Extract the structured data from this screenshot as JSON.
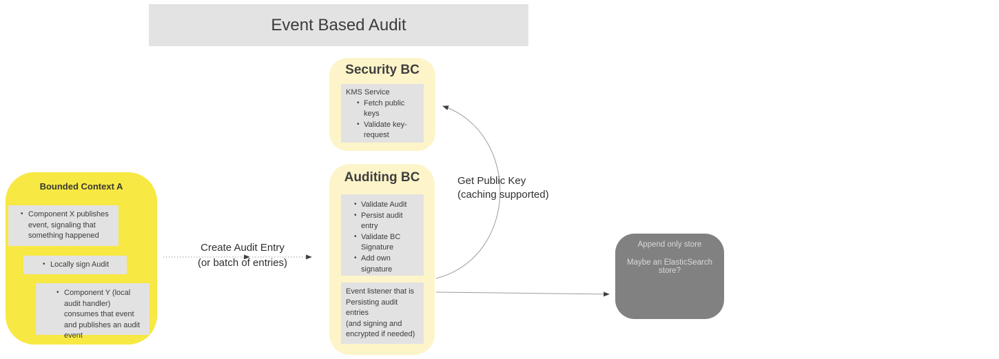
{
  "title": "Event Based Audit",
  "colors": {
    "title_bar_bg": "#e3e3e3",
    "pale_yellow": "#fdf5c9",
    "bright_yellow": "#f7e843",
    "inner_panel_gray": "#e2e2e2",
    "store_gray": "#818181",
    "store_text": "#d9d9d9",
    "text_dark": "#3b3b3b",
    "arrow_gray": "#999999"
  },
  "security_bc": {
    "title": "Security BC",
    "kms": {
      "heading": "KMS Service",
      "bullets": [
        "Fetch public keys",
        "Validate key-request"
      ]
    }
  },
  "auditing_bc": {
    "title": "Auditing BC",
    "tasks": [
      "Validate Audit",
      "Persist audit entry",
      "Validate BC Signature",
      "Add own signature"
    ],
    "listener_note": "Event listener that is Persisting audit entries\n(and signing and encrypted if needed)"
  },
  "bounded_context_a": {
    "title": "Bounded Context A",
    "notes": [
      "Component X publishes event, signaling that something happened",
      "Locally sign Audit",
      "Component Y (local audit handler) consumes that event and publishes an audit event"
    ]
  },
  "store": {
    "line1": "Append only store",
    "line2": "Maybe an ElasticSearch store?"
  },
  "arrows": {
    "create_audit_entry": {
      "label_line1": "Create Audit Entry",
      "label_line2": "(or batch of entries)"
    },
    "get_public_key": {
      "label_line1": "Get Public Key",
      "label_line2": "(caching supported)"
    }
  }
}
